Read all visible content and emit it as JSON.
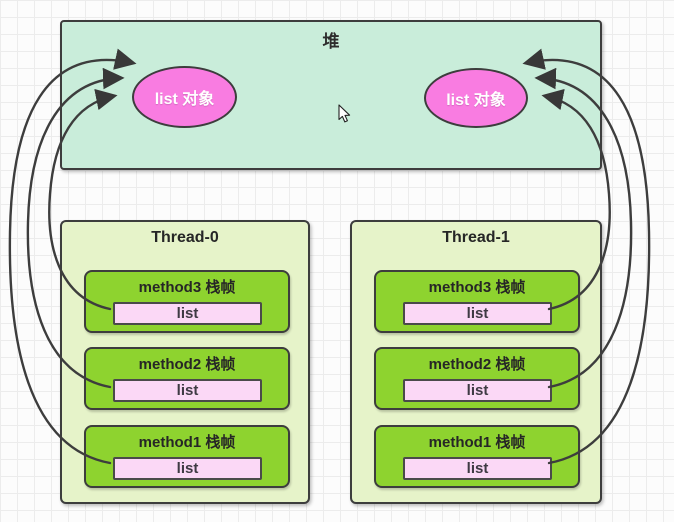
{
  "diagram": {
    "heap": {
      "title": "堆",
      "objects": [
        {
          "label": "list 对象"
        },
        {
          "label": "list 对象"
        }
      ]
    },
    "threads": [
      {
        "title": "Thread-0",
        "frames": [
          {
            "title": "method3 栈帧",
            "variable": "list"
          },
          {
            "title": "method2 栈帧",
            "variable": "list"
          },
          {
            "title": "method1 栈帧",
            "variable": "list"
          }
        ]
      },
      {
        "title": "Thread-1",
        "frames": [
          {
            "title": "method3 栈帧",
            "variable": "list"
          },
          {
            "title": "method2 栈帧",
            "variable": "list"
          },
          {
            "title": "method1 栈帧",
            "variable": "list"
          }
        ]
      }
    ],
    "icons": {
      "mouse_cursor": "arrow-pointer",
      "reference_arrow": "curved-arrow"
    },
    "colors": {
      "heap_fill": "#c9edda",
      "object_fill": "#f97ce1",
      "thread_fill": "#e6f3c9",
      "frame_fill": "#8ed32f",
      "variable_fill": "#fbd8f6",
      "border": "#3d3d3d",
      "grid_line": "#ececec"
    }
  }
}
